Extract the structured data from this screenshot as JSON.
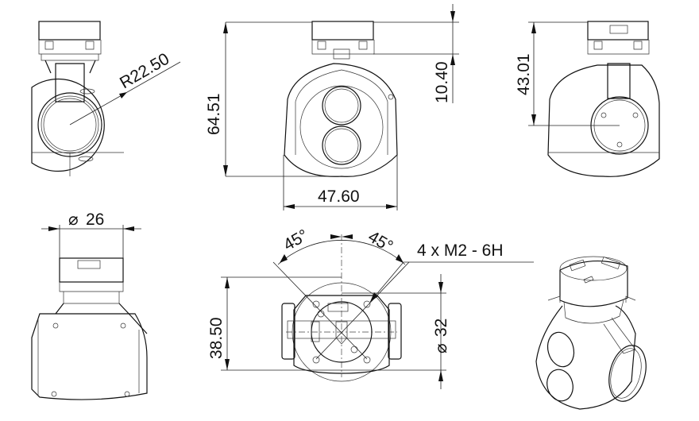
{
  "drawing": {
    "views": [
      "side-view",
      "front-view",
      "rear-view",
      "top-side-view",
      "top-view",
      "isometric-view"
    ],
    "dimensions": {
      "radius": "R22.50",
      "height_total": "64.51",
      "width": "47.60",
      "connector_height": "10.40",
      "axis_height": "43.01",
      "diameter_top": "26",
      "mount_height": "38.50",
      "diameter_mount": "32",
      "angle_left": "45°",
      "angle_right": "45°",
      "thread_note": "4 x  M2 - 6H"
    },
    "diameter_symbol": "⌀"
  }
}
